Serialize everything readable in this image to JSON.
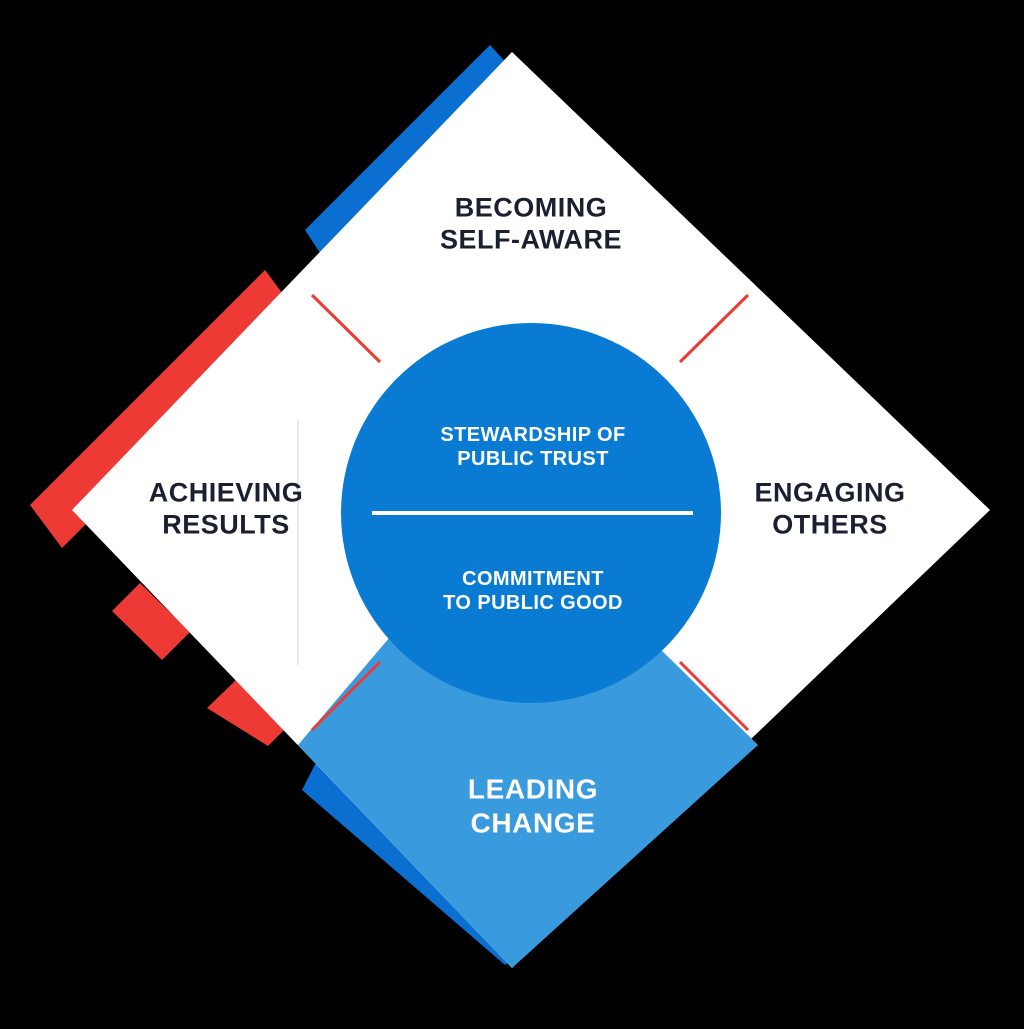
{
  "diagram": {
    "quadrants": {
      "top": [
        "BECOMING",
        "SELF-AWARE"
      ],
      "left": [
        "ACHIEVING",
        "RESULTS"
      ],
      "right": [
        "ENGAGING",
        "OTHERS"
      ],
      "bottom": [
        "LEADING",
        "CHANGE"
      ]
    },
    "center": {
      "upper": [
        "STEWARDSHIP OF",
        "PUBLIC TRUST"
      ],
      "lower": [
        "COMMITMENT",
        "TO PUBLIC GOOD"
      ]
    }
  },
  "colors": {
    "background": "#000000",
    "diamond": "#ffffff",
    "blue_accent": "#0a6fd0",
    "red_accent": "#ee3a34",
    "center_circle": "#0a7bd3",
    "bottom_quadrant": "#3a9ade",
    "dark_text": "#1a2030",
    "light_text": "#ffffff"
  }
}
